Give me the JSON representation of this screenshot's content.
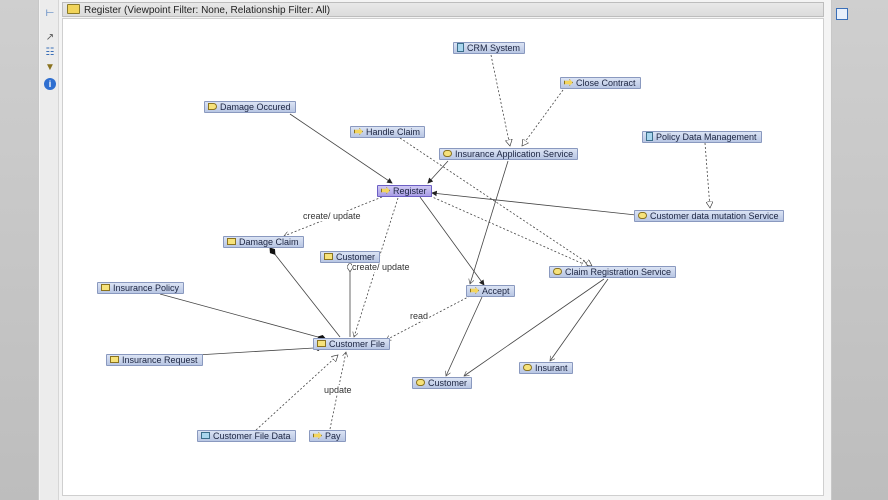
{
  "header": {
    "title": "Register (Viewpoint Filter: None, Relationship Filter: All)"
  },
  "toolbar": {
    "icons": [
      "tree-icon",
      "pin-icon",
      "layout-icon",
      "filter-icon",
      "info-icon"
    ]
  },
  "nodes": {
    "crm_system": "CRM System",
    "close_contract": "Close Contract",
    "damage_occured": "Damage Occured",
    "handle_claim": "Handle Claim",
    "insurance_application_service": "Insurance Application Service",
    "policy_data_management": "Policy Data Management",
    "register": "Register",
    "customer_data_mutation_service": "Customer data mutation Service",
    "damage_claim": "Damage Claim",
    "customer_role": "Customer",
    "claim_registration_service": "Claim Registration Service",
    "insurance_policy": "Insurance Policy",
    "accept": "Accept",
    "customer_file": "Customer File",
    "insurance_request": "Insurance Request",
    "customer_actor": "Customer",
    "insurant": "Insurant",
    "customer_file_data": "Customer File Data",
    "pay": "Pay"
  },
  "edge_labels": {
    "create_update_1": "create/ update",
    "create_update_2": "create/ update",
    "read": "read",
    "update": "update"
  }
}
